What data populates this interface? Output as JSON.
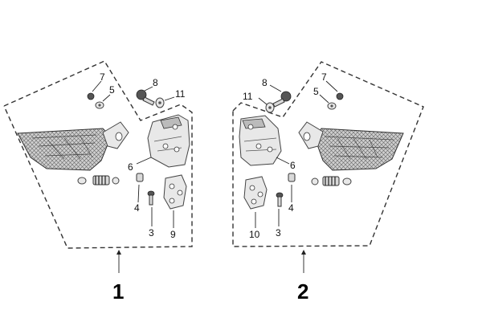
{
  "assemblies": [
    {
      "id": "1",
      "label": "1",
      "callouts": [
        "7",
        "5",
        "8",
        "11",
        "6",
        "4",
        "3",
        "9"
      ]
    },
    {
      "id": "2",
      "label": "2",
      "callouts": [
        "8",
        "7",
        "11",
        "5",
        "6",
        "10",
        "3",
        "4"
      ]
    }
  ]
}
